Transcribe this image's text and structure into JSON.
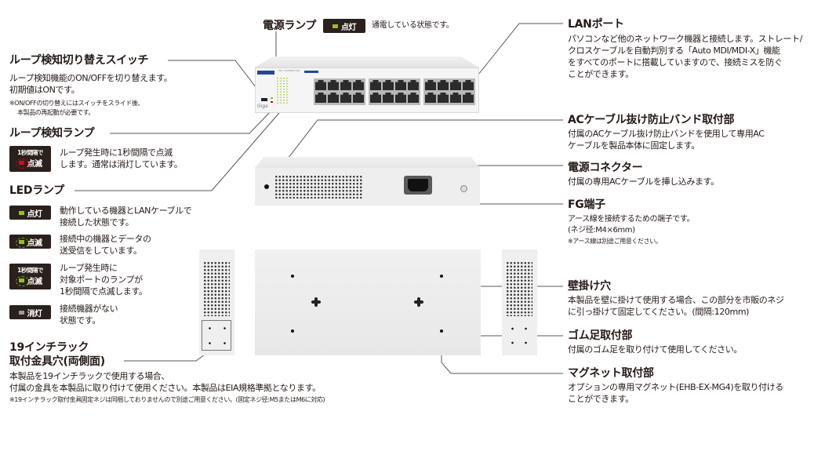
{
  "power_lamp": {
    "title": "電源ランプ",
    "badge": "点灯",
    "description": "通電している状態です。"
  },
  "loop_switch": {
    "title": "ループ検知切り替えスイッチ",
    "lines": [
      "ループ検知機能のON/OFFを切り替えます。",
      "初期値はONです。"
    ],
    "notes": [
      "※ON/OFFの切り替えにはスイッチをスライド後、",
      "本製品の再起動が必要です。"
    ]
  },
  "loop_lamp": {
    "title": "ループ検知ランプ",
    "badge_top": "1秒間隔で",
    "badge": "点滅",
    "lines": [
      "ループ発生時に1秒間隔で点滅",
      "します。通常は消灯しています。"
    ]
  },
  "led_lamp": {
    "title": "LEDランプ",
    "items": [
      {
        "badge_top": "",
        "badge": "点灯",
        "lines": [
          "動作している機器とLANケーブルで",
          "接続した状態です。"
        ]
      },
      {
        "badge_top": "",
        "badge": "点滅",
        "lines": [
          "接続中の機器とデータの",
          "送受信をしています。"
        ]
      },
      {
        "badge_top": "1秒間隔で",
        "badge": "点滅",
        "lines": [
          "ループ発生時に",
          "対象ポートのランプが",
          "1秒間隔で点滅します。"
        ]
      },
      {
        "badge_top": "",
        "badge": "消灯",
        "lines": [
          "接続機器がない",
          "状態です。"
        ]
      }
    ]
  },
  "rack": {
    "title_lines": [
      "19インチラック",
      "取付金具穴(両側面)"
    ],
    "lines": [
      "本製品を19インチラックで使用する場合、",
      "付属の金具を本製品に取り付けて使用ください。本製品はEIA規格準拠となります。"
    ],
    "note": "※19インチラック取付金具固定ネジは同梱しておりませんので別途ご用意ください。(固定ネジ径:M5またはM6に対応)"
  },
  "lan_port": {
    "title": "LANポート",
    "lines": [
      "パソコンなど他のネットワーク機器と接続します。ストレート/",
      "クロスケーブルを自動判別する「Auto MDI/MDI-X」機能",
      "をすべてのポートに搭載していますので、接続ミスを防ぐ",
      "ことができます。"
    ]
  },
  "ac_band": {
    "title": "ACケーブル抜け防止バンド取付部",
    "lines": [
      "付属のACケーブル抜け防止バンドを使用して専用AC",
      "ケーブルを製品本体に固定します。"
    ]
  },
  "power_connector": {
    "title": "電源コネクター",
    "lines": [
      "付属の専用ACケーブルを挿し込みます。"
    ]
  },
  "fg": {
    "title": "FG端子",
    "lines": [
      "アース線を接続するための端子です。",
      "(ネジ径:M4×6mm)"
    ],
    "note": "※アース線は別途ご用意ください。"
  },
  "wall_mount": {
    "title": "壁掛け穴",
    "lines": [
      "本製品を壁に掛けて使用する場合、この部分を市販のネジ",
      "に引っ掛けて固定してください。(間隔:120mm)"
    ]
  },
  "rubber_feet": {
    "title": "ゴム足取付部",
    "lines": [
      "付属のゴム足を取り付けて使用してください。"
    ]
  },
  "magnet": {
    "title": "マグネット取付部",
    "lines": [
      "オプションの専用マグネット(EHB-EX-MG4)を取り付ける",
      "ことができます。"
    ]
  },
  "device": {
    "brand_label": "ELECOM",
    "logo": "Giga",
    "model": "EHC-G24MN4-HJW"
  },
  "colors": {
    "badge_bg": "#2a201c",
    "led_green": "#8fc31f",
    "led_red": "#e60012",
    "led_off": "#9a9a9a",
    "leader_line": "#555555"
  }
}
